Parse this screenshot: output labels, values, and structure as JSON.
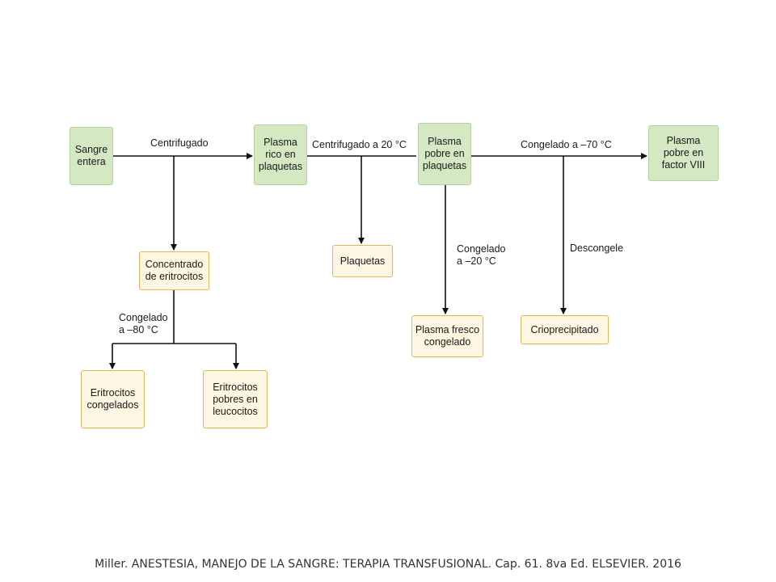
{
  "nodes": {
    "sangre_entera": "Sangre\nentera",
    "plasma_rico": "Plasma\nrico en\nplaquetas",
    "plasma_pobre_plaquetas": "Plasma\npobre en\nplaquetas",
    "plasma_pobre_factor": "Plasma\npobre en\nfactor VIII",
    "concentrado_eritrocitos": "Concentrado\nde eritrocitos",
    "plaquetas": "Plaquetas",
    "plasma_fresco": "Plasma fresco\ncongelado",
    "crioprecipitado": "Crioprecipitado",
    "eritrocitos_congelados": "Eritrocitos\ncongelados",
    "eritrocitos_pobres": "Eritrocitos\npobres en\nleucocitos"
  },
  "edges": {
    "centrifugado": "Centrifugado",
    "centrifugado_20": "Centrifugado a 20 °C",
    "congelado_70": "Congelado a –70 °C",
    "congelado_20": "Congelado\na –20 °C",
    "descongele": "Descongele",
    "congelado_80": "Congelado\na –80 °C"
  },
  "citation": "Miller. ANESTESIA, MANEJO DE LA SANGRE: TERAPIA TRANSFUSIONAL. Cap. 61. 8va Ed. ELSEVIER. 2016",
  "colors": {
    "primary_box_fill": "#d5e8c4",
    "secondary_box_fill": "#fdf6e3",
    "secondary_box_border": "#e6b655",
    "line": "#111111"
  }
}
